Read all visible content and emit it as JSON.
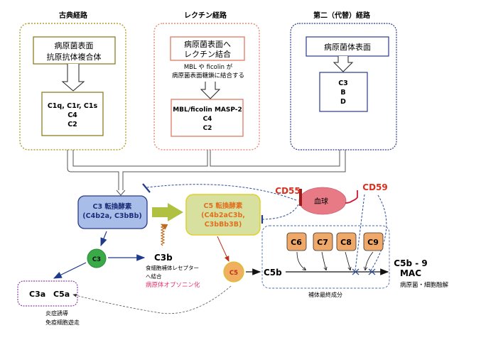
{
  "pathways": {
    "classical": {
      "title": "古典経路",
      "trigger_lines": [
        "病原菌表面",
        "抗原抗体複合体"
      ],
      "components": [
        "C1q, C1r, C1s",
        "C4",
        "C2"
      ],
      "color": "#a89a2a"
    },
    "lectin": {
      "title": "レクチン経路",
      "trigger_lines": [
        "病原菌表面へ",
        "レクチン結合"
      ],
      "note_lines": [
        "MBL や ficolin が",
        "病原菌表面糖鎖に結合する"
      ],
      "components": [
        "MBL/ficolin MASP-2",
        "C4",
        "C2"
      ],
      "color": "#e8806a"
    },
    "alternative": {
      "title": "第二（代替）経路",
      "trigger_lines": [
        "病原菌体表面"
      ],
      "components": [
        "C3",
        "B",
        "D"
      ],
      "color": "#2a3a8a"
    }
  },
  "convertases": {
    "c3": {
      "title": "C3 転換酵素",
      "subtitle": "(C4b2a, C3bBb)",
      "fill": "#a8bde8",
      "stroke": "#2a3a8a"
    },
    "c5": {
      "title": "C5 転換酵素",
      "subtitle_lines": [
        "(C4b2aC3b,",
        "C3bBb3B)"
      ],
      "fill": "#d8e0a0",
      "stroke": "#e0d030",
      "text_color": "#e07020"
    }
  },
  "blood_cell": {
    "label": "血球",
    "fill": "#e87a86"
  },
  "regulators": {
    "cd55": "CD55",
    "cd59": "CD59",
    "color": "#d8301e"
  },
  "c3_node": {
    "label": "C3",
    "fill": "#3aaa48"
  },
  "c3b": {
    "label": "C3b",
    "desc_lines": [
      "食細胞補体レセプター",
      "へ結合"
    ],
    "highlight": "病原体オプソニン化",
    "highlight_color": "#e8306a"
  },
  "anaphylatoxins": {
    "labels": [
      "C3a",
      "C5a"
    ],
    "desc_lines": [
      "炎症誘導",
      "免疫細胞遊走"
    ]
  },
  "c5_node": {
    "label": "C5",
    "fill": "#f0b060"
  },
  "c5b": {
    "label": "C5b"
  },
  "terminal": {
    "components": [
      "C6",
      "C7",
      "C8",
      "C9"
    ],
    "box_label": "補体最終成分",
    "result_lines": [
      "C5b - 9",
      "MAC"
    ],
    "result_desc": "病原菌・細胞融解",
    "component_fill": "#f0a868"
  }
}
